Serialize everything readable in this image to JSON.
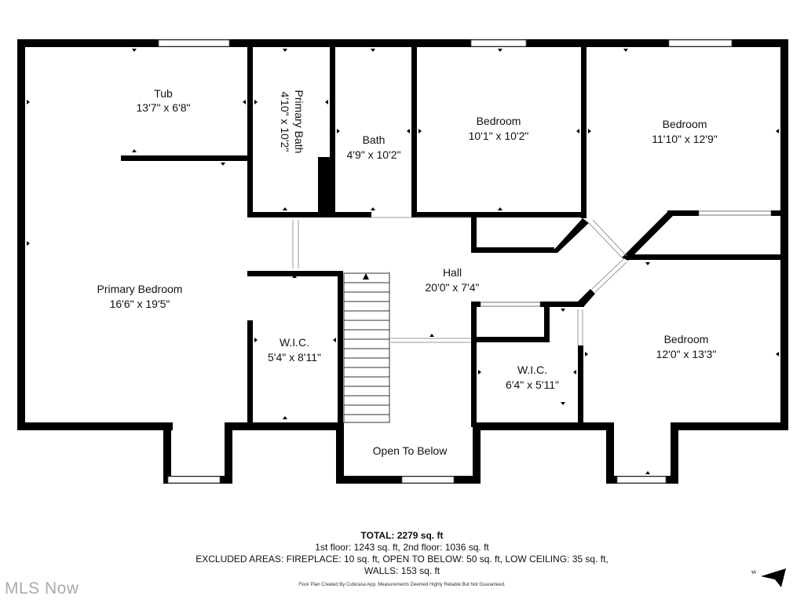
{
  "rooms": {
    "tub": {
      "name": "Tub",
      "dims": "13'7\" x 6'8\""
    },
    "primary_bath": {
      "name": "Primary Bath",
      "dims": "4'10\" x 10'2\""
    },
    "bath": {
      "name": "Bath",
      "dims": "4'9\" x 10'2\""
    },
    "bedroom_1": {
      "name": "Bedroom",
      "dims": "10'1\" x 10'2\""
    },
    "bedroom_2": {
      "name": "Bedroom",
      "dims": "11'10\" x 12'9\""
    },
    "primary_bedroom": {
      "name": "Primary Bedroom",
      "dims": "16'6\" x 19'5\""
    },
    "hall": {
      "name": "Hall",
      "dims": "20'0\" x 7'4\""
    },
    "wic_1": {
      "name": "W.I.C.",
      "dims": "5'4\" x 8'11\""
    },
    "wic_2": {
      "name": "W.I.C.",
      "dims": "6'4\" x 5'11\""
    },
    "bedroom_3": {
      "name": "Bedroom",
      "dims": "12'0\" x 13'3\""
    },
    "open_to_below": {
      "name": "Open To Below"
    }
  },
  "summary": {
    "total": "TOTAL: 2279 sq. ft",
    "floors": "1st floor: 1243 sq. ft, 2nd floor: 1036 sq. ft",
    "excluded": "EXCLUDED AREAS: FIREPLACE: 10 sq. ft, OPEN TO BELOW: 50 sq. ft, LOW CEILING: 35 sq. ft,",
    "walls": "WALLS: 153 sq. ft"
  },
  "credit": "Floor Plan Created By Cubicasa App. Measurements Deemed Highly Reliable But Not Guaranteed.",
  "watermark": "MLS Now",
  "compass_label": "N",
  "colors": {
    "wall": "#000000",
    "window": "#ffffff"
  }
}
